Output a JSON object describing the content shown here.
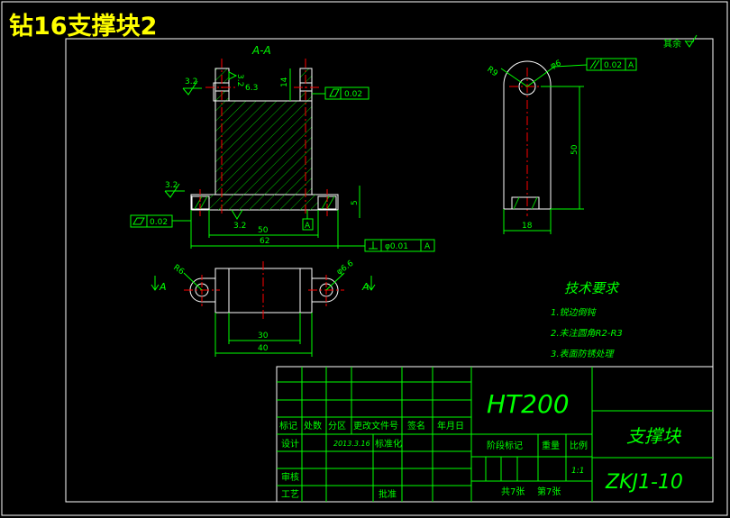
{
  "header": {
    "title": "钻16支撑块2"
  },
  "view_labels": {
    "section_title": "A-A",
    "arrow_left": "A",
    "arrow_right": "A"
  },
  "surface_finish": {
    "note": "其余",
    "top_left": "3.2",
    "top_slot_a": "3.2",
    "top_slot_b": "6.3",
    "left_lower": "3.2",
    "bottom_center": "3.2"
  },
  "dimensions": {
    "front_top_height": "14",
    "front_slot_height": "5",
    "front_inner_width": "50",
    "front_overall_width": "62",
    "side_radius": "R9",
    "side_hole": "φ6",
    "side_height": "50",
    "side_width": "18",
    "top_left_radius": "R6",
    "top_right_hole": "φ6.6",
    "top_inner_width": "30",
    "top_overall_width": "40"
  },
  "tolerances": {
    "flatness_top": "0.02",
    "flatness_left": "0.02",
    "datum_a_box": "A",
    "perp_bottom_value": "φ0.01",
    "perp_bottom_datum": "A",
    "parallel_side_value": "0.02",
    "parallel_side_datum": "A"
  },
  "tech_requirements": {
    "title": "技术要求",
    "items": [
      "1.锐边倒钝",
      "2.未注圆角R2-R3",
      "3.表面防锈处理"
    ]
  },
  "title_block": {
    "material": "HT200",
    "part_name": "支撑块",
    "drawing_no": "ZKJ1-10",
    "headers": [
      "标记",
      "处数",
      "分区",
      "更改文件号",
      "签名",
      "年月日"
    ],
    "design_label": "设计",
    "design_date": "2013.3.16",
    "standardize_label": "标准化",
    "stage_label": "阶段标记",
    "weight_label": "重量",
    "scale_label": "比例",
    "scale_value": "1:1",
    "review_label": "审核",
    "process_label": "工艺",
    "approve_label": "批准",
    "sheets": "共7张",
    "sheet_no": "第7张"
  },
  "colors": {
    "background": "#000000",
    "lines": "#00ff00",
    "text": "#00ff00",
    "center_line": "#ff0000",
    "title": "#ffff00",
    "white": "#ffffff",
    "hatch": "#00c800",
    "hole_fill": "#b80000"
  }
}
